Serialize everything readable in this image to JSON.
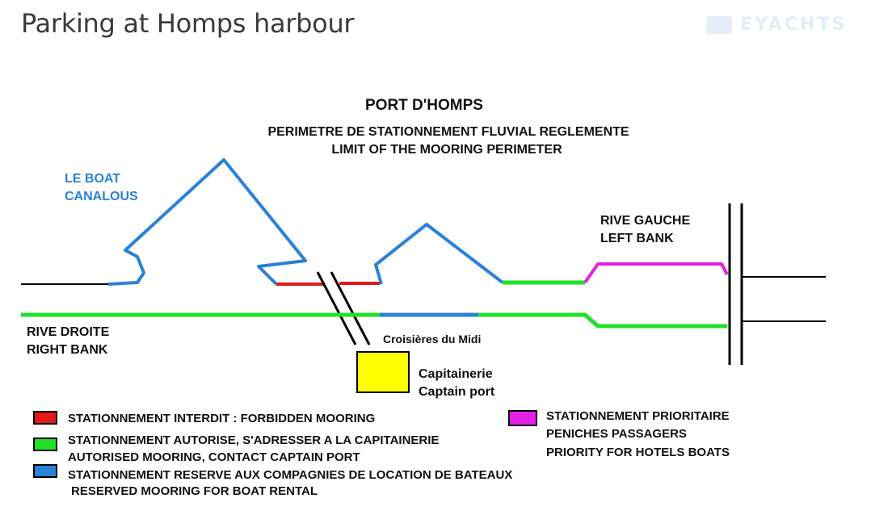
{
  "page": {
    "title": "Parking at Homps harbour"
  },
  "brand": {
    "name": "EYACHTS"
  },
  "map": {
    "title": "PORT D'HOMPS",
    "subtitle_fr": "PERIMETRE DE STATIONNEMENT FLUVIAL REGLEMENTE",
    "subtitle_en": "LIMIT OF THE MOORING PERIMETER",
    "le_boat_line1": "LE BOAT",
    "le_boat_line2": "CANALOUS",
    "rive_gauche_line1": "RIVE GAUCHE",
    "rive_gauche_line2": "LEFT BANK",
    "rive_droite_line1": "RIVE DROITE",
    "rive_droite_line2": "RIGHT BANK",
    "croisieres": "Croisières du Midi",
    "capitainerie_line1": "Capitainerie",
    "capitainerie_line2": "Captain port",
    "colors": {
      "forbidden": "#e31818",
      "authorised": "#22e028",
      "reserved": "#2a82d8",
      "priority": "#e320e3",
      "capitainerie": "#ffff00",
      "label_blue": "#2a82d8"
    }
  },
  "legend": {
    "forbidden": {
      "line1": "STATIONNEMENT INTERDIT : FORBIDDEN MOORING"
    },
    "authorised": {
      "line1": "STATIONNEMENT AUTORISE, S'ADRESSER A LA CAPITAINERIE",
      "line2": "AUTORISED MOORING, CONTACT CAPTAIN PORT"
    },
    "reserved": {
      "line1": "STATIONNEMENT RESERVE AUX COMPAGNIES DE LOCATION DE BATEAUX",
      "line2": "RESERVED MOORING FOR BOAT RENTAL"
    },
    "priority": {
      "line1": "STATIONNEMENT PRIORITAIRE",
      "line2": "PENICHES PASSAGERS",
      "line3": "PRIORITY FOR HOTELS BOATS"
    }
  }
}
